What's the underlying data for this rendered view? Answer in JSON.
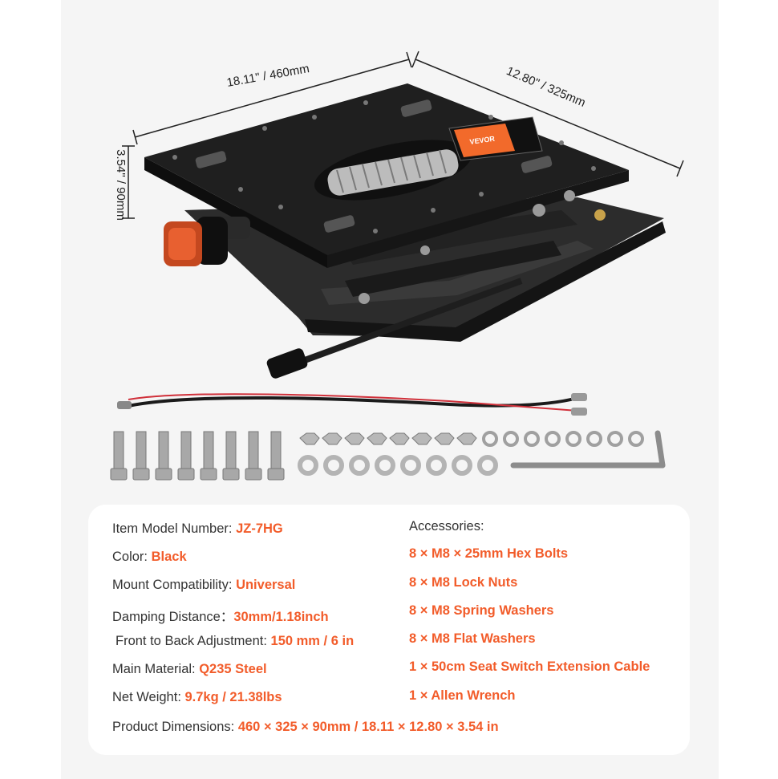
{
  "dimensions": {
    "width_label": "18.11\" / 460mm",
    "depth_label": "12.80\" / 325mm",
    "height_label": "3.54\" / 90mm"
  },
  "brand_label": "VEVOR",
  "colors": {
    "accent": "#f25c2a",
    "text": "#333333",
    "background": "#f5f5f5",
    "card": "#ffffff"
  },
  "specs": {
    "model": {
      "label": "Item Model Number: ",
      "value": "JZ-7HG"
    },
    "color": {
      "label": "Color: ",
      "value": "Black"
    },
    "mount": {
      "label": "Mount Compatibility: ",
      "value": "Universal"
    },
    "damping": {
      "label": "Damping Distance：",
      "value": "30mm/1.18inch"
    },
    "adjust": {
      "label": "Front to Back Adjustment: ",
      "value": "150 mm / 6 in"
    },
    "material": {
      "label": "Main Material: ",
      "value": "Q235 Steel"
    },
    "weight": {
      "label": "Net Weight: ",
      "value": "9.7kg / 21.38lbs"
    },
    "dimensions": {
      "label": "Product Dimensions: ",
      "value": "460 × 325 × 90mm / 18.11 × 12.80 × 3.54 in"
    }
  },
  "accessories": {
    "title": "Accessories:",
    "items": [
      "8 × M8 × 25mm Hex Bolts",
      "8 × M8 Lock Nuts",
      "8 × M8 Spring Washers",
      "8 × M8 Flat Washers",
      "1 × 50cm Seat Switch Extension Cable",
      "1 × Allen Wrench"
    ]
  }
}
